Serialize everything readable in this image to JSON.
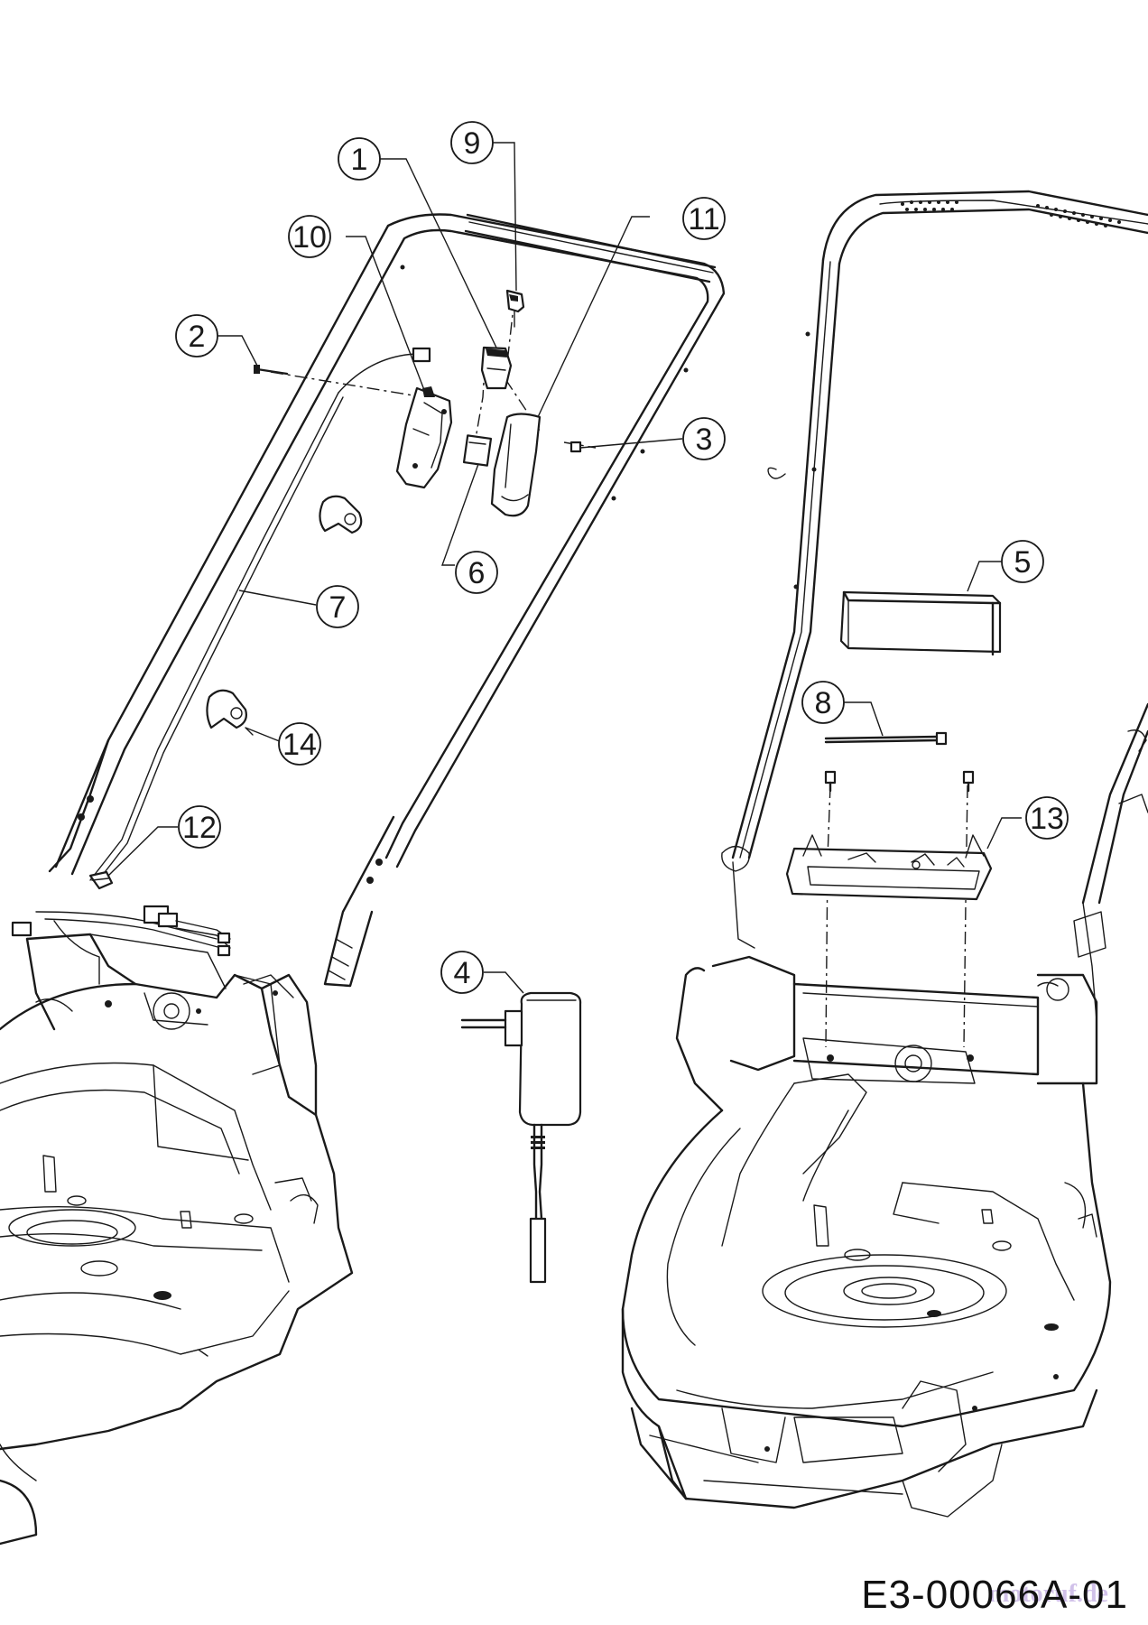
{
  "diagram": {
    "code": "E3-00066A-01",
    "watermark": "motoruf.de",
    "callouts": [
      {
        "id": "c1",
        "label": "1"
      },
      {
        "id": "c2",
        "label": "2"
      },
      {
        "id": "c3",
        "label": "3"
      },
      {
        "id": "c4",
        "label": "4"
      },
      {
        "id": "c5",
        "label": "5"
      },
      {
        "id": "c6",
        "label": "6"
      },
      {
        "id": "c7",
        "label": "7"
      },
      {
        "id": "c8",
        "label": "8"
      },
      {
        "id": "c9",
        "label": "9"
      },
      {
        "id": "c10",
        "label": "10"
      },
      {
        "id": "c11",
        "label": "11"
      },
      {
        "id": "c12",
        "label": "12"
      },
      {
        "id": "c13",
        "label": "13"
      },
      {
        "id": "c14",
        "label": "14"
      }
    ]
  }
}
